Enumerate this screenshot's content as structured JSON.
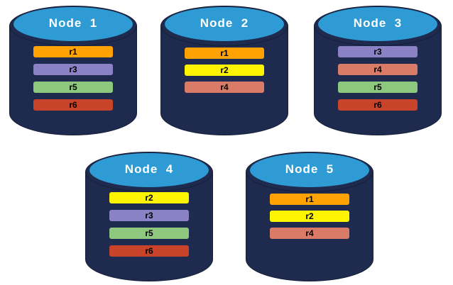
{
  "palette": {
    "background": "#FFFFFF",
    "cylinder_body": "#1E2B4E",
    "cylinder_top": "#2F9BD4",
    "outline": "#141E38",
    "title_text": "#FFFFFF",
    "bar_text": "#000000",
    "replica_colors": {
      "r1": "#FFA202",
      "r2": "#FCF400",
      "r3": "#8B82C6",
      "r4": "#D97B66",
      "r5": "#8DC87E",
      "r6": "#C8432A"
    }
  },
  "nodes": [
    {
      "title": "Node  1",
      "bars": [
        {
          "label": "r1",
          "color": "#FFA202"
        },
        {
          "label": "r3",
          "color": "#8B82C6"
        },
        {
          "label": "r5",
          "color": "#8DC87E"
        },
        {
          "label": "r6",
          "color": "#C8432A"
        }
      ]
    },
    {
      "title": "Node  2",
      "bars": [
        {
          "label": "r1",
          "color": "#FFA202"
        },
        {
          "label": "r2",
          "color": "#FCF400"
        },
        {
          "label": "r4",
          "color": "#D97B66"
        }
      ]
    },
    {
      "title": "Node  3",
      "bars": [
        {
          "label": "r3",
          "color": "#8B82C6"
        },
        {
          "label": "r4",
          "color": "#D97B66"
        },
        {
          "label": "r5",
          "color": "#8DC87E"
        },
        {
          "label": "r6",
          "color": "#C8432A"
        }
      ]
    },
    {
      "title": "Node  4",
      "bars": [
        {
          "label": "r2",
          "color": "#FCF400"
        },
        {
          "label": "r3",
          "color": "#8B82C6"
        },
        {
          "label": "r5",
          "color": "#8DC87E"
        },
        {
          "label": "r6",
          "color": "#C8432A"
        }
      ]
    },
    {
      "title": "Node  5",
      "bars": [
        {
          "label": "r1",
          "color": "#FFA202"
        },
        {
          "label": "r2",
          "color": "#FCF400"
        },
        {
          "label": "r4",
          "color": "#D97B66"
        }
      ]
    }
  ]
}
